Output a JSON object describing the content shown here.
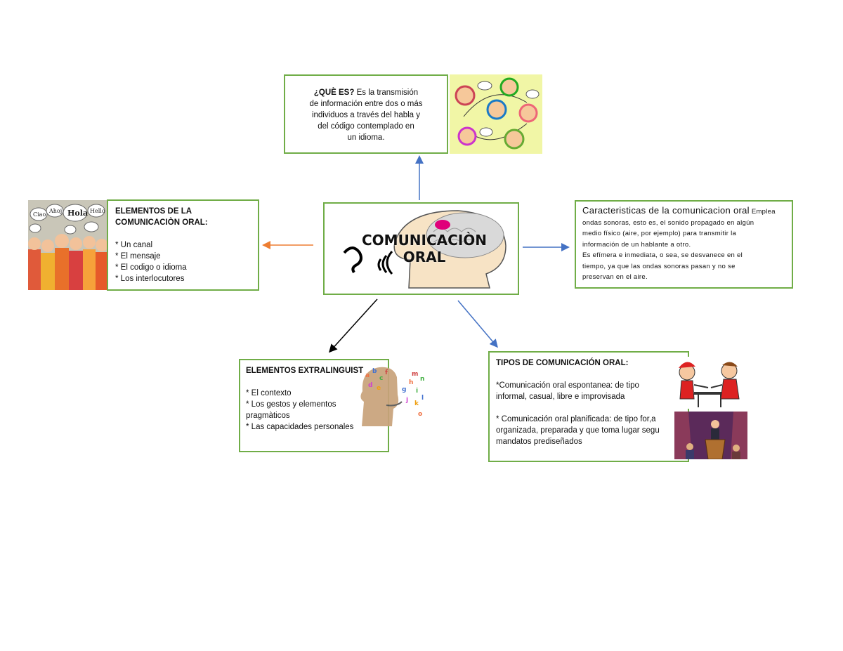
{
  "center": {
    "title_line1": "COMUNICACIÒN",
    "title_line2": "ORAL"
  },
  "que_es": {
    "heading": "¿QUÈ ES?",
    "lines": [
      "Es la transmisión",
      "de información entre dos o más",
      "individuos a través del habla y",
      "del código contemplado en",
      "un idioma."
    ]
  },
  "elementos": {
    "heading_line1": "ELEMENTOS DE LA",
    "heading_line2": "COMUNICACIÒN ORAL:",
    "items": [
      "* Un canal",
      "* El mensaje",
      "* El codigo o idioma",
      "* Los interlocutores"
    ],
    "bubbles": [
      "Ciao",
      "Ahoj",
      "Hola",
      "Hello"
    ]
  },
  "caracteristicas": {
    "heading": "Caracteristicas de la comunicacion oral",
    "lines": [
      "Emplea",
      "ondas sonoras, esto es, el sonido propagado en algún",
      "medio físico (aire, por ejemplo) para transmitir la",
      "información de un hablante a otro.",
      "Es efímera e inmediata, o sea, se desvanece en el",
      "tiempo, ya que las ondas sonoras pasan y no se",
      "preservan en el aire."
    ]
  },
  "extralinguisticos": {
    "heading": "ELEMENTOS EXTRALINGUIST",
    "items": [
      "* El contexto",
      "* Los gestos y elementos",
      "pragmàticos",
      "* Las capacidades personales"
    ]
  },
  "tipos": {
    "heading": "TIPOS DE COMUNICACIÓN ORAL:",
    "lines": [
      "*Comunicación oral espontanea: de tipo",
      "informal, casual, libre e improvisada",
      "",
      "* Comunicación oral planificada: de tipo for,a",
      "organizada, preparada y que toma lugar segu",
      "mandatos prediseñados"
    ]
  },
  "colors": {
    "box_border": "#70ad47",
    "arrow_blue": "#4472c4",
    "arrow_orange": "#ed7d31",
    "arrow_black": "#000000"
  }
}
